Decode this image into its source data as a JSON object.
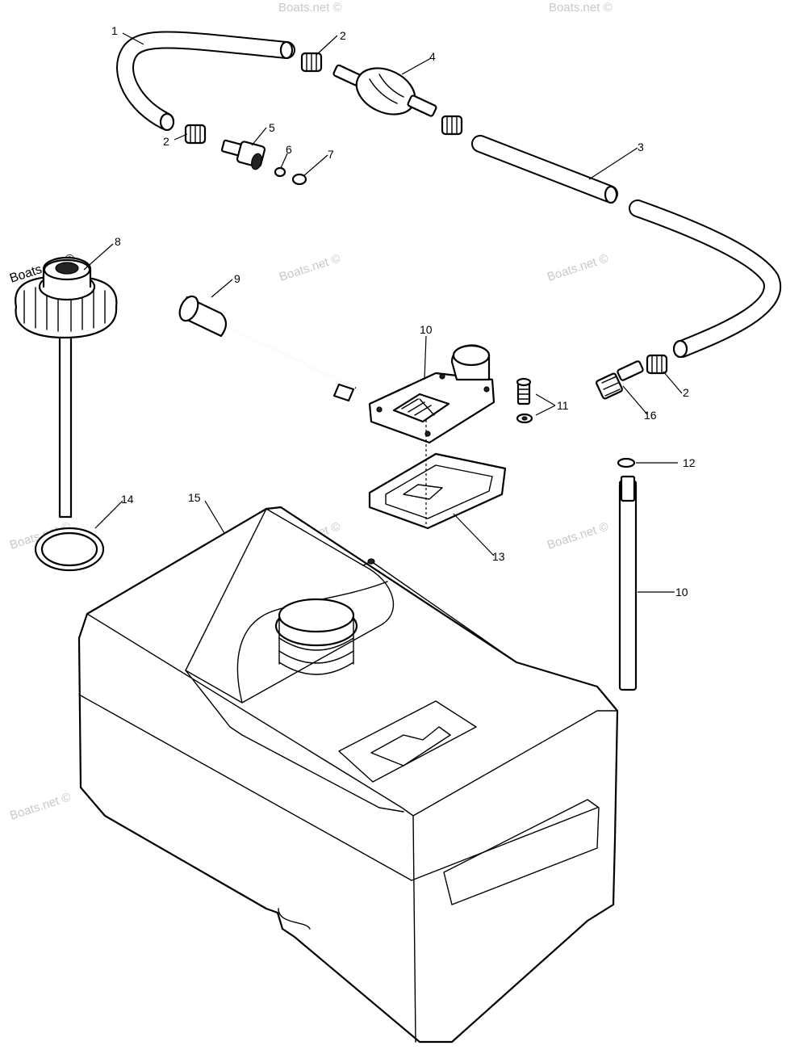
{
  "watermark": "Boats.net ©",
  "callouts": {
    "c1": "1",
    "c2a": "2",
    "c2b": "2",
    "c2c": "2",
    "c3": "3",
    "c4": "4",
    "c5": "5",
    "c6": "6",
    "c7": "7",
    "c8": "8",
    "c9": "9",
    "c10a": "10",
    "c10b": "10",
    "c11": "11",
    "c12": "12",
    "c13": "13",
    "c14": "14",
    "c15": "15",
    "c16": "16"
  }
}
